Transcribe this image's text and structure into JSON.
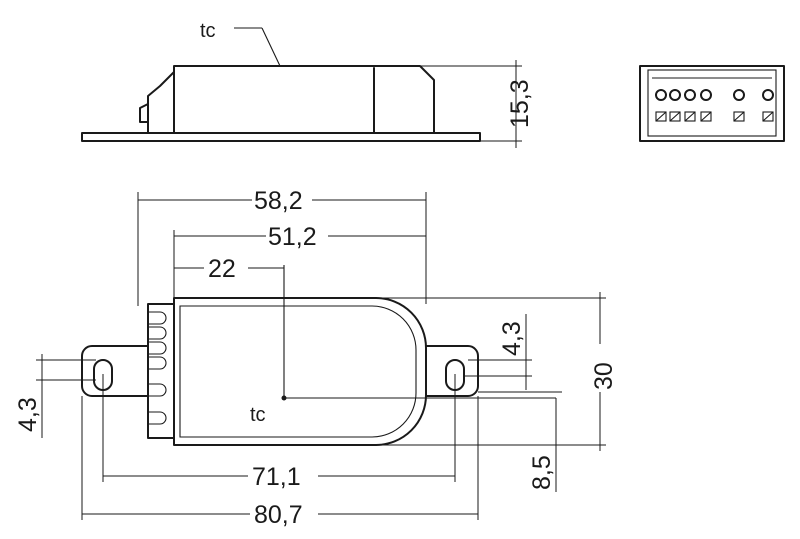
{
  "labels": {
    "tc_top": "tc",
    "height": "15,3",
    "width_overall_body": "58,2",
    "width_inner": "51,2",
    "offset_tc": "22",
    "tab_offset": "4,3",
    "tab_left_offset": "4,3",
    "total_height": "30",
    "hole_spacing": "71,1",
    "tab_height": "8,5",
    "total_length": "80,7",
    "tc_front": "tc"
  },
  "colors": {
    "line": "#1a1a1a",
    "background": "#ffffff"
  }
}
